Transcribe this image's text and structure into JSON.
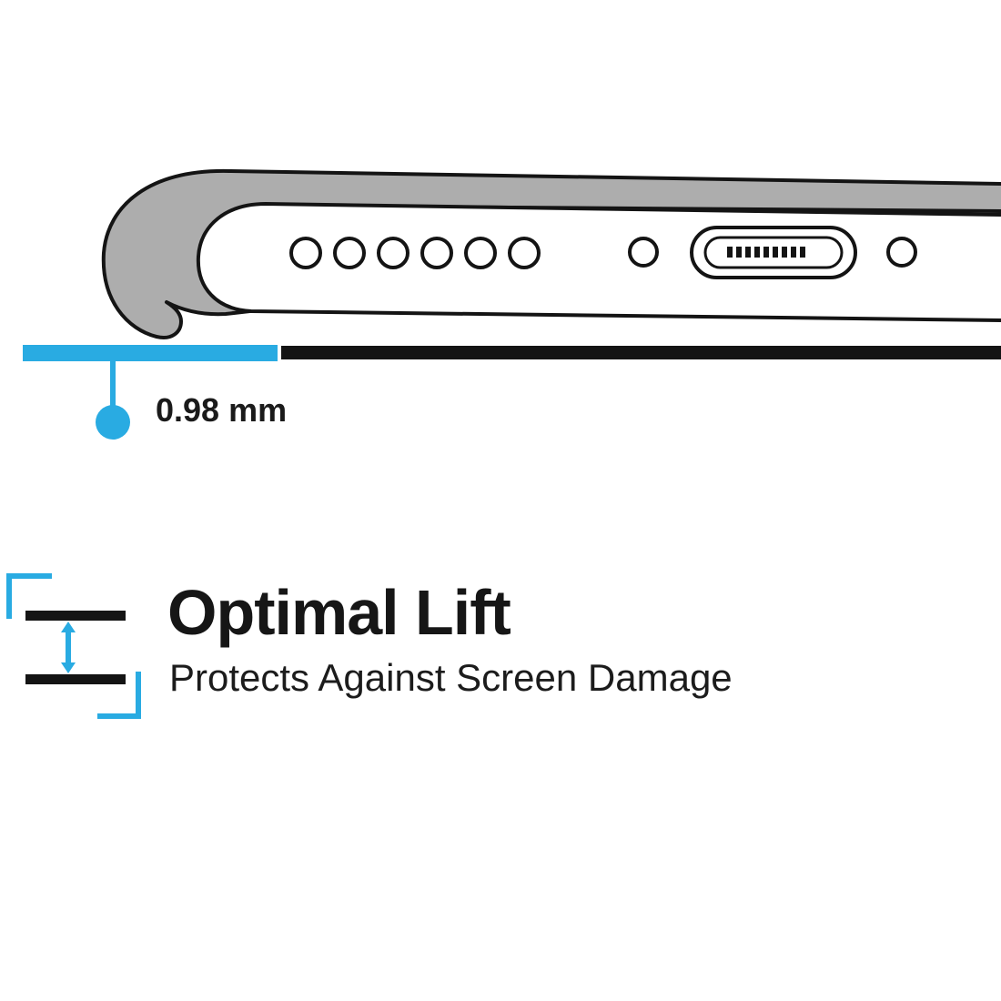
{
  "illustration": {
    "label": "phone-case-bottom-edge-cutaway",
    "speaker_holes": 6,
    "port_pins": 9
  },
  "measurement": {
    "value": "0.98 mm"
  },
  "feature": {
    "title": "Optimal Lift",
    "subtitle": "Protects Against Screen Damage"
  },
  "colors": {
    "accent": "#29ABE2",
    "ink": "#141414",
    "case_gray": "#ADADAD"
  }
}
